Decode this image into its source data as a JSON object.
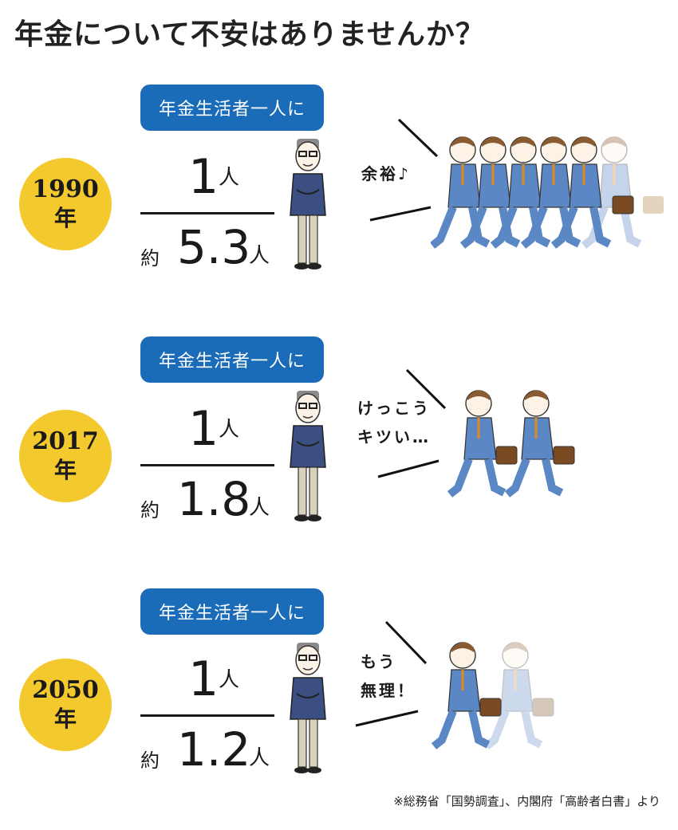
{
  "title": "年金について不安はありませんか？",
  "rows": [
    {
      "year": "1990",
      "year_suffix": "年",
      "pill": "年金生活者一人に",
      "numerator": "1",
      "numerator_unit": "人",
      "denominator_prefix": "約",
      "denominator": "5.3",
      "denominator_unit": "人",
      "speech_line1": "余裕♪",
      "speech_line2": "",
      "workers_icon": "five-and-a-half-businessmen-icon"
    },
    {
      "year": "2017",
      "year_suffix": "年",
      "pill": "年金生活者一人に",
      "numerator": "1",
      "numerator_unit": "人",
      "denominator_prefix": "約",
      "denominator": "1.8",
      "denominator_unit": "人",
      "speech_line1": "けっこう",
      "speech_line2": "キツい…",
      "workers_icon": "two-businessmen-icon"
    },
    {
      "year": "2050",
      "year_suffix": "年",
      "pill": "年金生活者一人に",
      "numerator": "1",
      "numerator_unit": "人",
      "denominator_prefix": "約",
      "denominator": "1.2",
      "denominator_unit": "人",
      "speech_line1": "もう",
      "speech_line2": "無理！",
      "workers_icon": "one-businessman-icon"
    }
  ],
  "footnote": "※総務省「国勢調査」、内閣府「高齢者白書」より",
  "colors": {
    "badge": "#f4c92e",
    "pill": "#1a6bb8",
    "suit": "#5b87c4"
  }
}
